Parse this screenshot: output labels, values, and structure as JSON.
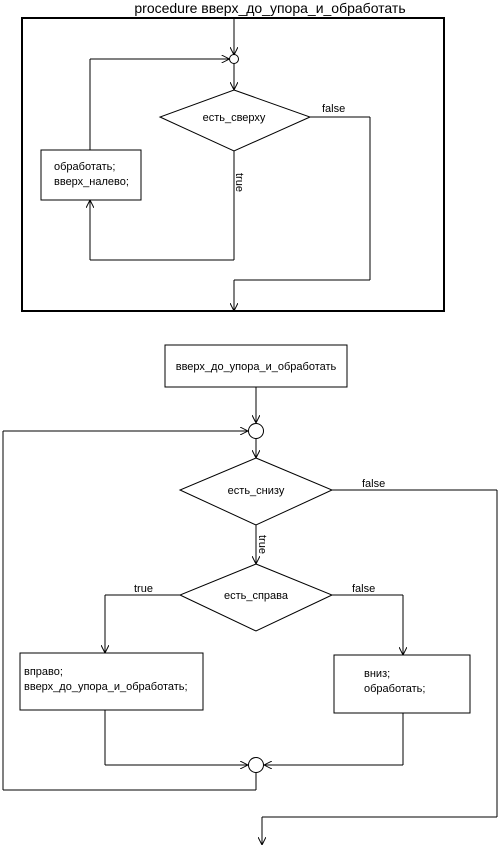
{
  "top_diagram": {
    "title": "procedure вверх_до_упора_и_обработать",
    "condition": "есть_сверху",
    "true_label": "true",
    "false_label": "false",
    "action_line1": "обработать;",
    "action_line2": "вверх_налево;"
  },
  "bottom_diagram": {
    "start_call": "вверх_до_упора_и_обработать",
    "outer_condition": "есть_снизу",
    "outer_true_label": "true",
    "outer_false_label": "false",
    "inner_condition": "есть_справа",
    "inner_true_label": "true",
    "inner_false_label": "false",
    "left_action_line1": "вправо;",
    "left_action_line2": "вверх_до_упора_и_обработать;",
    "right_action_line1": "вниз;",
    "right_action_line2": "обработать;"
  }
}
